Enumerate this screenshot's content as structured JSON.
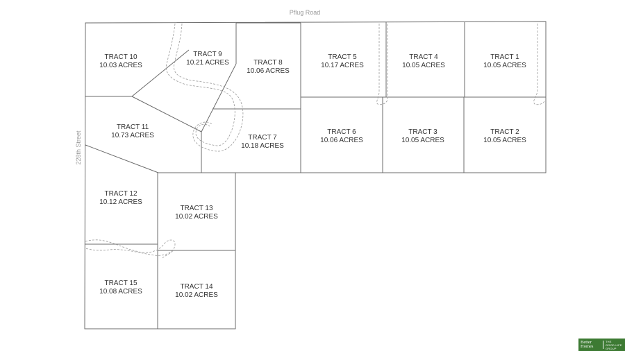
{
  "roads": {
    "north": "Pflug Road",
    "west": "228th Street"
  },
  "tracts": [
    {
      "id": "t10",
      "name": "TRACT 10",
      "acres": "10.03 ACRES"
    },
    {
      "id": "t9",
      "name": "TRACT 9",
      "acres": "10.21 ACRES"
    },
    {
      "id": "t8",
      "name": "TRACT 8",
      "acres": "10.06 ACRES"
    },
    {
      "id": "t5",
      "name": "TRACT 5",
      "acres": "10.17 ACRES"
    },
    {
      "id": "t4",
      "name": "TRACT 4",
      "acres": "10.05 ACRES"
    },
    {
      "id": "t1",
      "name": "TRACT 1",
      "acres": "10.05 ACRES"
    },
    {
      "id": "t11",
      "name": "TRACT 11",
      "acres": "10.73 ACRES"
    },
    {
      "id": "t7",
      "name": "TRACT 7",
      "acres": "10.18 ACRES"
    },
    {
      "id": "t6",
      "name": "TRACT 6",
      "acres": "10.06 ACRES"
    },
    {
      "id": "t3",
      "name": "TRACT 3",
      "acres": "10.05 ACRES"
    },
    {
      "id": "t2",
      "name": "TRACT 2",
      "acres": "10.05 ACRES"
    },
    {
      "id": "t12",
      "name": "TRACT 12",
      "acres": "10.12 ACRES"
    },
    {
      "id": "t13",
      "name": "TRACT 13",
      "acres": "10.02 ACRES"
    },
    {
      "id": "t15",
      "name": "TRACT 15",
      "acres": "10.08 ACRES"
    },
    {
      "id": "t14",
      "name": "TRACT 14",
      "acres": "10.02 ACRES"
    }
  ],
  "logo": {
    "main_line1": "Better",
    "main_line2": "Homes",
    "sub_line1": "THE",
    "sub_line2": "GOOD LIFE",
    "sub_line3": "GROUP"
  }
}
